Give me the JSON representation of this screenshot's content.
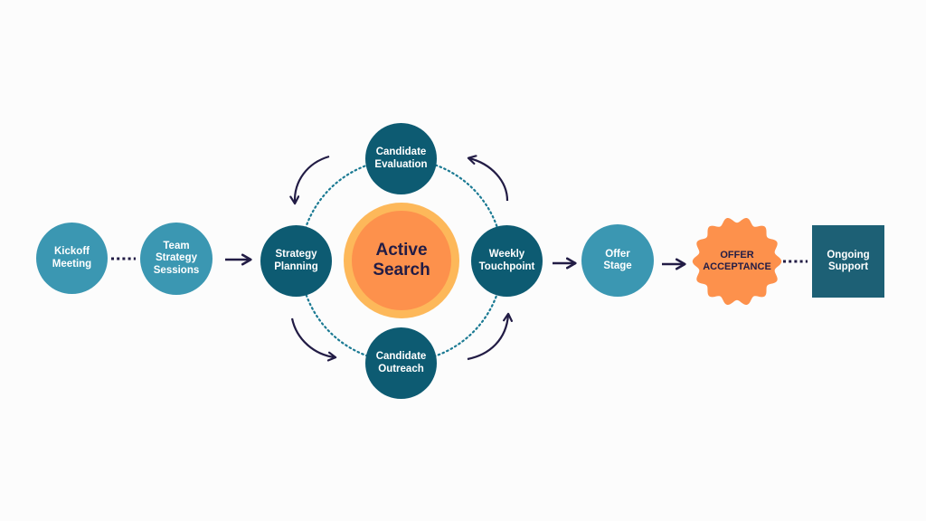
{
  "colors": {
    "light_teal": "#3b97b2",
    "dark_teal": "#0d5b72",
    "square_teal": "#1d6075",
    "orange": "#fd914c",
    "orange_ring": "#fdb85a",
    "arrow_navy": "#221c45",
    "dotted_ring": "#1b7a93",
    "background": "#fcfcfc"
  },
  "nodes": {
    "kickoff": [
      "Kickoff",
      "Meeting"
    ],
    "team_strategy": [
      "Team",
      "Strategy",
      "Sessions"
    ],
    "strategy_planning": [
      "Strategy",
      "Planning"
    ],
    "candidate_evaluation": [
      "Candidate",
      "Evaluation"
    ],
    "active_search": [
      "Active",
      "Search"
    ],
    "weekly_touchpoint": [
      "Weekly",
      "Touchpoint"
    ],
    "candidate_outreach": [
      "Candidate",
      "Outreach"
    ],
    "offer_stage": [
      "Offer",
      "Stage"
    ],
    "offer_acceptance": [
      "OFFER",
      "ACCEPTANCE"
    ],
    "ongoing_support": [
      "Ongoing",
      "Support"
    ]
  },
  "connections": [
    {
      "from": "Kickoff Meeting",
      "to": "Team Strategy Sessions",
      "style": "dotted"
    },
    {
      "from": "Team Strategy Sessions",
      "to": "Strategy Planning",
      "style": "arrow"
    },
    {
      "from": "Strategy Planning",
      "to": "Candidate Outreach",
      "style": "curved-arrow"
    },
    {
      "from": "Candidate Outreach",
      "to": "Weekly Touchpoint",
      "style": "curved-arrow"
    },
    {
      "from": "Weekly Touchpoint",
      "to": "Candidate Evaluation",
      "style": "curved-arrow"
    },
    {
      "from": "Candidate Evaluation",
      "to": "Strategy Planning",
      "style": "curved-arrow"
    },
    {
      "from": "Weekly Touchpoint",
      "to": "Offer Stage",
      "style": "arrow"
    },
    {
      "from": "Offer Stage",
      "to": "Offer Acceptance",
      "style": "arrow"
    },
    {
      "from": "Offer Acceptance",
      "to": "Ongoing Support",
      "style": "dotted"
    }
  ]
}
